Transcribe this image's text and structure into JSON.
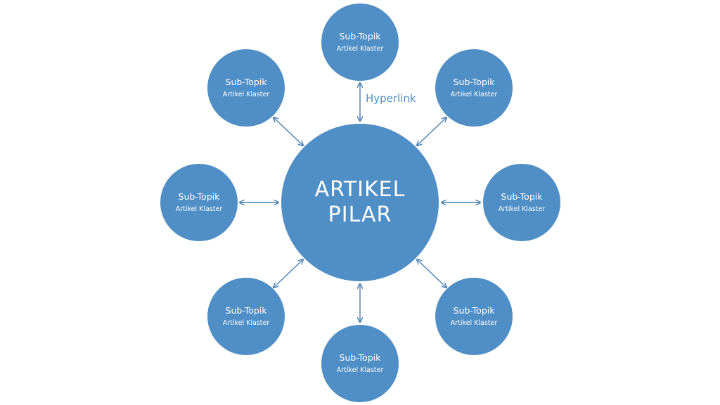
{
  "center": {
    "line1": "ARTIKEL",
    "line2": "PILAR"
  },
  "connector_label": "Hyperlink",
  "satellites": [
    {
      "title": "Sub-Topik",
      "subtitle": "Artikel Klaster"
    },
    {
      "title": "Sub-Topik",
      "subtitle": "Artikel Klaster"
    },
    {
      "title": "Sub-Topik",
      "subtitle": "Artikel Klaster"
    },
    {
      "title": "Sub-Topik",
      "subtitle": "Artikel Klaster"
    },
    {
      "title": "Sub-Topik",
      "subtitle": "Artikel Klaster"
    },
    {
      "title": "Sub-Topik",
      "subtitle": "Artikel Klaster"
    },
    {
      "title": "Sub-Topik",
      "subtitle": "Artikel Klaster"
    },
    {
      "title": "Sub-Topik",
      "subtitle": "Artikel Klaster"
    }
  ],
  "colors": {
    "node_fill": "#4f8fc6",
    "arrow": "#4a7fb0",
    "label": "#4f8fc6"
  }
}
